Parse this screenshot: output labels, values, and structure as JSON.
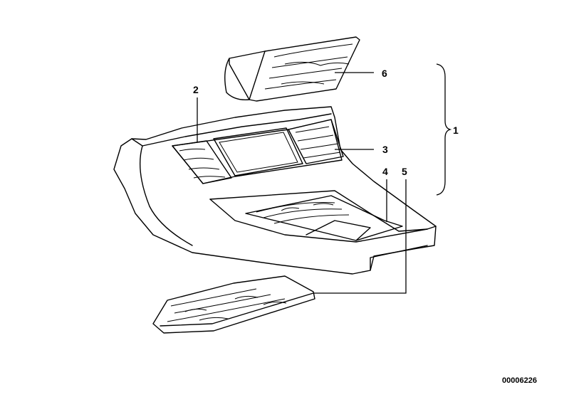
{
  "callouts": {
    "c1": "1",
    "c2": "2",
    "c3": "3",
    "c4": "4",
    "c5": "5",
    "c6": "6"
  },
  "document_id": "00006226",
  "colors": {
    "ink": "#000000",
    "background": "#ffffff"
  }
}
